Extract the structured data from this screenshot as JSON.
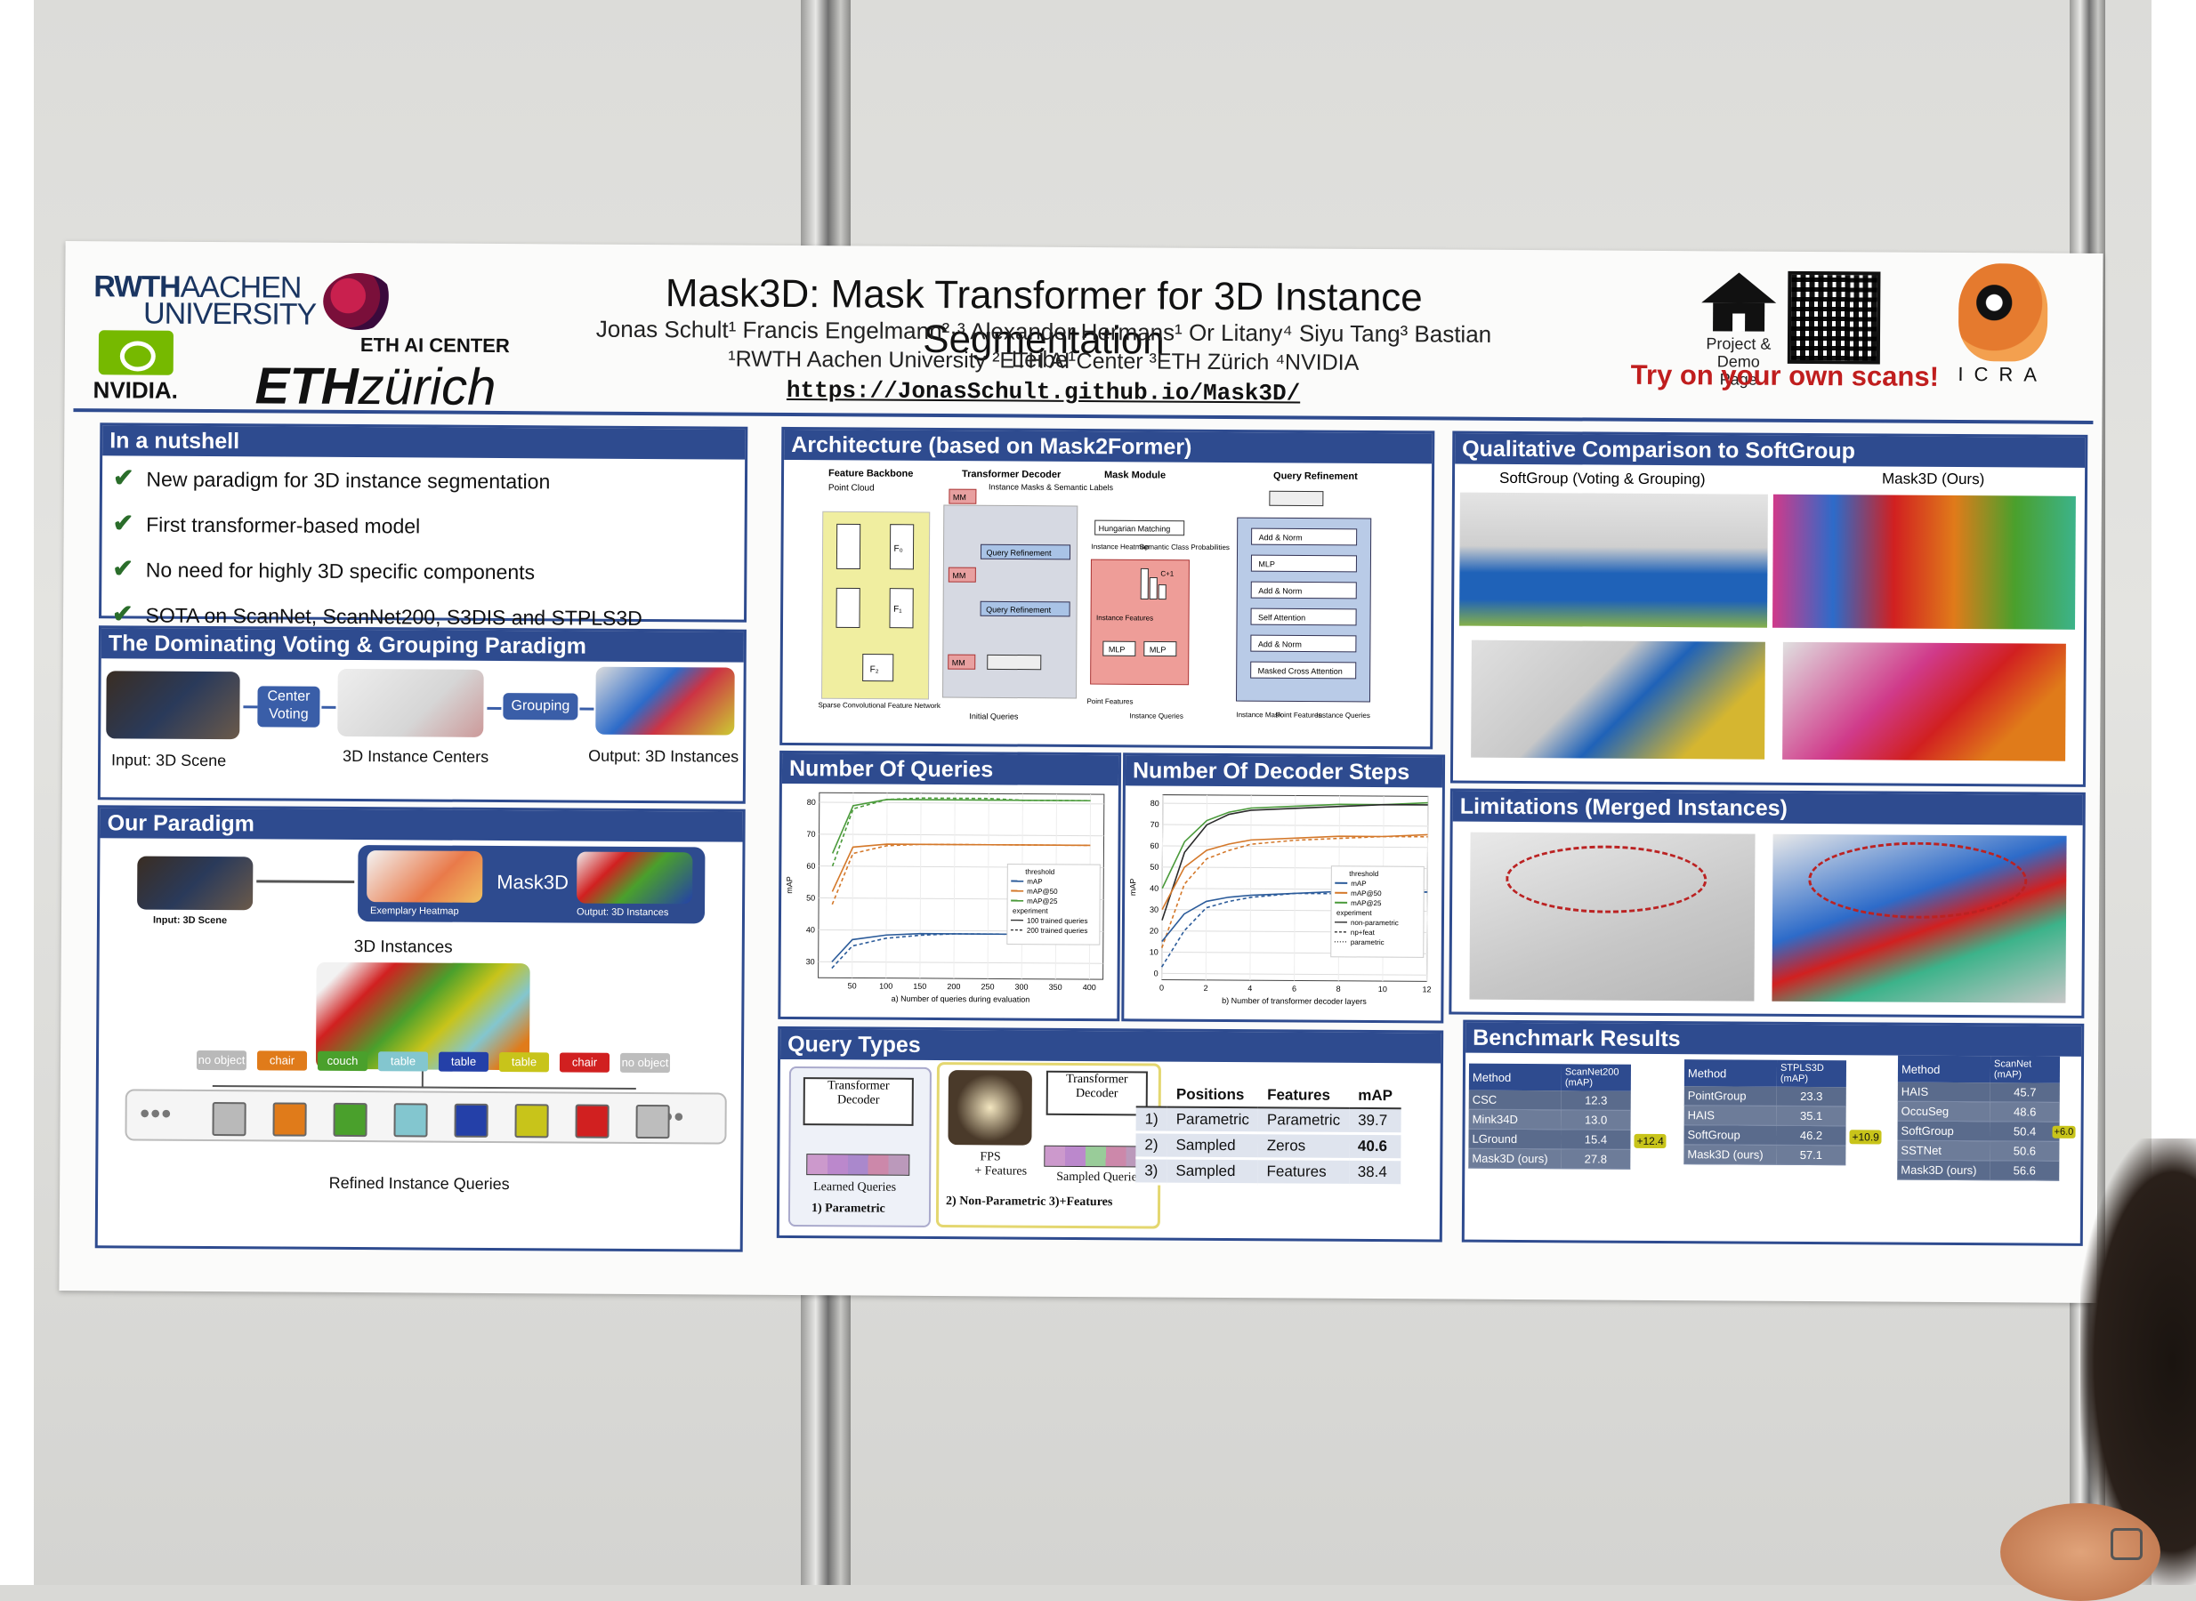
{
  "header": {
    "title": "Mask3D: Mask Transformer for 3D Instance Segmentation",
    "authors": "Jonas Schult¹ Francis Engelmann²·³ Alexander Hermans¹ Or Litany⁴ Siyu Tang³ Bastian Leibe¹",
    "affiliations": "¹RWTH Aachen University   ²ETH AI Center   ³ETH Zürich   ⁴NVIDIA",
    "url": "https://JonasSchult.github.io/Mask3D/",
    "rwth_top": "RWTH",
    "rwth_aachen": "AACHEN",
    "rwth_univ": "UNIVERSITY",
    "nvidia": "NVIDIA.",
    "eth_ai": "ETH AI CENTER",
    "eth_bold": "ETH",
    "eth_rest": "zürich",
    "project_label": "Project & Demo Page",
    "try_label": "Try on your own scans!",
    "icra": "ICRA"
  },
  "nutshell": {
    "title": "In a nutshell",
    "items": [
      "New paradigm for 3D instance segmentation",
      "First transformer-based model",
      "No need for highly 3D specific components",
      "SOTA on ScanNet, ScanNet200, S3DIS and STPLS3D"
    ]
  },
  "voting": {
    "title": "The Dominating Voting & Grouping Paradigm",
    "center_voting": "Center Voting",
    "grouping": "Grouping",
    "input_label": "Input: 3D Scene",
    "centers_label": "3D Instance Centers",
    "output_label": "Output: 3D Instances"
  },
  "our": {
    "title": "Our Paradigm",
    "input_label": "Input: 3D Scene",
    "mask3d": "Mask3D",
    "heatmap_label": "Exemplary Heatmap",
    "output_label": "Output: 3D Instances",
    "instances_label": "3D Instances",
    "tags": [
      "no object",
      "chair",
      "couch",
      "table",
      "table",
      "table",
      "chair",
      "no object"
    ],
    "refined_label": "Refined Instance Queries",
    "colors": [
      "#b9b9b9",
      "#e07b1a",
      "#4aa02c",
      "#83c6cf",
      "#2440a8",
      "#c8c41a",
      "#d12020",
      "#bdbdbd"
    ]
  },
  "arch": {
    "title": "Architecture (based on Mask2Former)",
    "feature_backbone": "Feature Backbone",
    "point_cloud": "Point Cloud",
    "backbone_caption": "Sparse Convolutional Feature Network",
    "transformer_decoder": "Transformer Decoder",
    "masks_label": "Instance Masks & Semantic Labels",
    "query_refinement_box": "Query Refinement",
    "mm": "MM",
    "initial_queries": "Initial Queries",
    "mask_module": "Mask Module",
    "hungarian": "Hungarian Matching",
    "inst_heatmap": "Instance Heatmap",
    "sem_probs": "Semantic Class Probabilities",
    "instance_features": "Instance Features",
    "mlp": "MLP",
    "point_features": "Point Features",
    "instance_queries": "Instance Queries",
    "query_refinement": "Query Refinement",
    "qr_blocks": [
      "Add & Norm",
      "MLP",
      "Add & Norm",
      "Self Attention",
      "Add & Norm",
      "Masked Cross Attention"
    ],
    "instance_mask": "Instance Mask",
    "f0": "F₀",
    "f1": "F₁",
    "f2": "F₂",
    "c1": "C+1"
  },
  "queries": {
    "title": "Number Of Queries"
  },
  "decoder": {
    "title": "Number Of Decoder Steps"
  },
  "chart_data": [
    {
      "type": "line",
      "title": "Number Of Queries",
      "xlabel": "a) Number of queries during evaluation",
      "ylabel": "mAP",
      "x": [
        20,
        50,
        100,
        150,
        200,
        250,
        300,
        350,
        400
      ],
      "xticks": [
        50,
        100,
        150,
        200,
        250,
        300,
        350,
        400
      ],
      "yticks": [
        30,
        40,
        50,
        60,
        70,
        80
      ],
      "xlim": [
        0,
        420
      ],
      "ylim": [
        25,
        83
      ],
      "series": [
        {
          "name": "mAP@25 · 100 trained queries",
          "color": "#4a9a3a",
          "dash": false,
          "values": [
            64,
            79,
            81,
            81,
            81,
            81,
            81,
            81,
            81
          ]
        },
        {
          "name": "mAP@25 · 200 trained queries",
          "color": "#4a9a3a",
          "dash": true,
          "values": [
            60,
            78,
            81,
            81.5,
            81.5,
            81.5,
            81,
            81,
            81
          ]
        },
        {
          "name": "mAP@50 · 100 trained queries",
          "color": "#d4782a",
          "dash": false,
          "values": [
            52,
            66,
            67,
            67,
            67,
            67,
            67,
            67,
            67
          ]
        },
        {
          "name": "mAP@50 · 200 trained queries",
          "color": "#d4782a",
          "dash": true,
          "values": [
            48,
            64,
            66.5,
            67,
            67,
            67,
            67,
            67,
            67
          ]
        },
        {
          "name": "mAP · 100 trained queries",
          "color": "#2b5b9a",
          "dash": false,
          "values": [
            30,
            37,
            38.5,
            39,
            39,
            39,
            39,
            39,
            39
          ]
        },
        {
          "name": "mAP · 200 trained queries",
          "color": "#2b5b9a",
          "dash": true,
          "values": [
            28,
            35,
            37.5,
            38.5,
            39,
            39,
            39,
            39,
            39
          ]
        }
      ],
      "legend": {
        "heading": "threshold",
        "items": [
          "mAP",
          "mAP@50",
          "mAP@25"
        ],
        "heading2": "experiment",
        "items2": [
          "100 trained queries",
          "200 trained queries"
        ]
      }
    },
    {
      "type": "line",
      "title": "Number Of Decoder Steps",
      "xlabel": "b) Number of transformer decoder layers",
      "ylabel": "mAP",
      "x": [
        0,
        1,
        2,
        3,
        4,
        6,
        8,
        10,
        12
      ],
      "xticks": [
        0,
        2,
        4,
        6,
        8,
        10,
        12
      ],
      "yticks": [
        0,
        10,
        20,
        30,
        40,
        50,
        60,
        70,
        80
      ],
      "xlim": [
        0,
        12
      ],
      "ylim": [
        -3,
        84
      ],
      "series": [
        {
          "name": "mAP@25 · non-parametric",
          "color": "#4a9a3a",
          "dash": false,
          "values": [
            40,
            62,
            72,
            76,
            78,
            79,
            80,
            80,
            81
          ]
        },
        {
          "name": "mAP@25 · parametric",
          "color": "#2a2a2a",
          "dash": false,
          "values": [
            25,
            57,
            70,
            75,
            77,
            78,
            79,
            80,
            80
          ]
        },
        {
          "name": "mAP@50 · non-parametric",
          "color": "#d4782a",
          "dash": false,
          "values": [
            30,
            50,
            58,
            61,
            63,
            64,
            65,
            65,
            66
          ]
        },
        {
          "name": "mAP@50 · parametric",
          "color": "#d4782a",
          "dash": true,
          "values": [
            12,
            42,
            54,
            58,
            61,
            63,
            64,
            65,
            65
          ]
        },
        {
          "name": "mAP · non-parametric",
          "color": "#2b5b9a",
          "dash": false,
          "values": [
            15,
            28,
            34,
            36,
            37,
            38,
            39,
            39,
            39
          ]
        },
        {
          "name": "mAP · parametric",
          "color": "#2b5b9a",
          "dash": true,
          "values": [
            3,
            20,
            31,
            34,
            36,
            38,
            38,
            39,
            39
          ]
        }
      ],
      "legend": {
        "heading": "threshold",
        "items": [
          "mAP",
          "mAP@50",
          "mAP@25"
        ],
        "heading2": "experiment",
        "items2": [
          "non-parametric",
          "np+feat",
          "parametric"
        ]
      }
    }
  ],
  "qtypes": {
    "title": "Query Types",
    "td": "Transformer Decoder",
    "learned": "Learned Queries",
    "param_caption": "1) Parametric",
    "fps": "FPS",
    "plus_features": "+ Features",
    "sampled": "Sampled Queries",
    "np_caption": "2) Non-Parametric  3)+Features",
    "table": {
      "headers": [
        "",
        "Positions",
        "Features",
        "mAP"
      ],
      "rows": [
        [
          "1)",
          "Parametric",
          "Parametric",
          "39.7"
        ],
        [
          "2)",
          "Sampled",
          "Zeros",
          "40.6"
        ],
        [
          "3)",
          "Sampled",
          "Features",
          "38.4"
        ]
      ]
    }
  },
  "qual": {
    "title": "Qualitative Comparison to SoftGroup",
    "left_label": "SoftGroup (Voting & Grouping)",
    "right_label": "Mask3D (Ours)"
  },
  "lim": {
    "title": "Limitations (Merged Instances)"
  },
  "bench": {
    "title": "Benchmark Results",
    "tables": [
      {
        "headers": [
          "Method",
          "ScanNet200 (mAP)"
        ],
        "rows": [
          [
            "CSC",
            "12.3"
          ],
          [
            "Mink34D",
            "13.0"
          ],
          [
            "LGround",
            "15.4"
          ],
          [
            "Mask3D (ours)",
            "27.8"
          ]
        ],
        "gain": "+12.4"
      },
      {
        "headers": [
          "Method",
          "STPLS3D (mAP)"
        ],
        "rows": [
          [
            "PointGroup",
            "23.3"
          ],
          [
            "HAIS",
            "35.1"
          ],
          [
            "SoftGroup",
            "46.2"
          ],
          [
            "Mask3D (ours)",
            "57.1"
          ]
        ],
        "gain": "+10.9"
      },
      {
        "headers": [
          "Method",
          "ScanNet (mAP)"
        ],
        "rows": [
          [
            "HAIS",
            "45.7"
          ],
          [
            "OccuSeg",
            "48.6"
          ],
          [
            "SoftGroup",
            "50.4"
          ],
          [
            "SSTNet",
            "50.6"
          ],
          [
            "Mask3D (ours)",
            "56.6"
          ]
        ],
        "gain": "+6.0"
      }
    ]
  }
}
